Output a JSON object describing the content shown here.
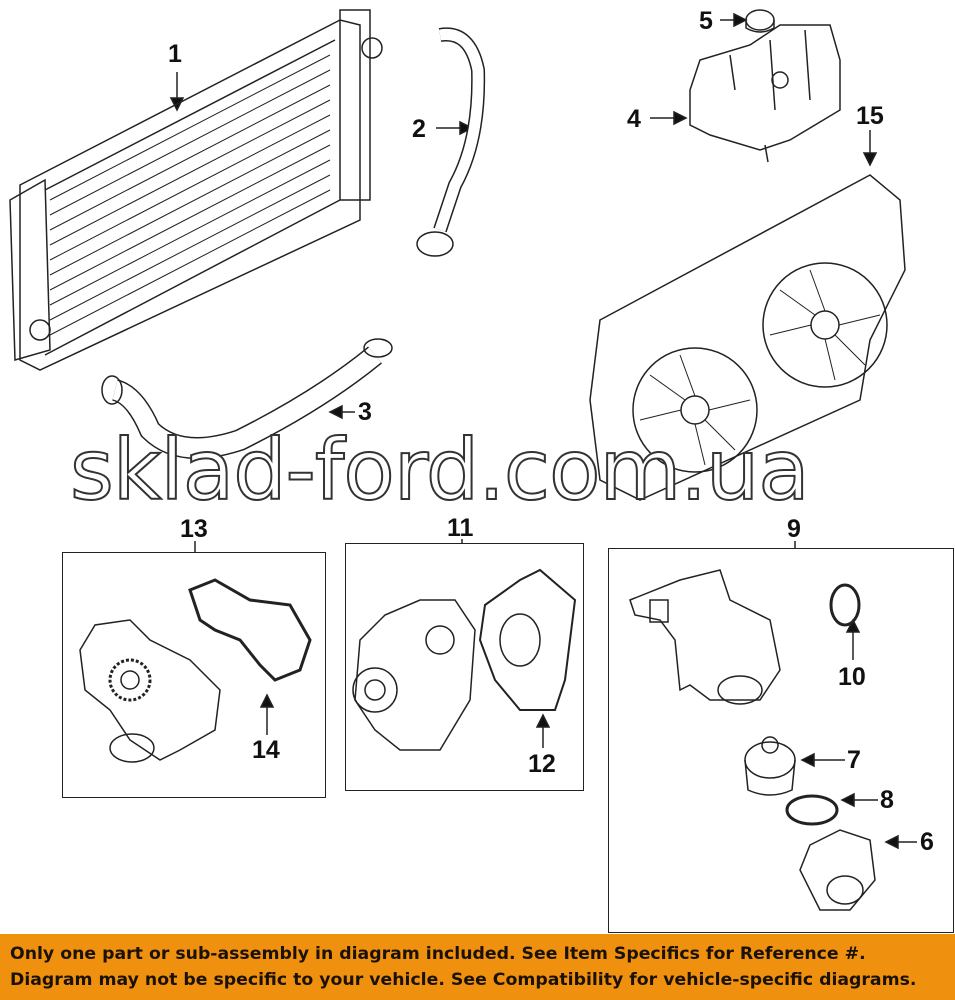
{
  "callouts": {
    "c1": "1",
    "c2": "2",
    "c3": "3",
    "c4": "4",
    "c5": "5",
    "c6": "6",
    "c7": "7",
    "c8": "8",
    "c9": "9",
    "c10": "10",
    "c11": "11",
    "c12": "12",
    "c13": "13",
    "c14": "14",
    "c15": "15"
  },
  "watermark": "sklad-ford.com.ua",
  "footer": {
    "line1": "Only one part or sub-assembly in diagram included. See Item Specifics for Reference #.",
    "line2": "Diagram may not be specific to your vehicle. See Compatibility for vehicle-specific diagrams.",
    "background": "#f0900f"
  }
}
